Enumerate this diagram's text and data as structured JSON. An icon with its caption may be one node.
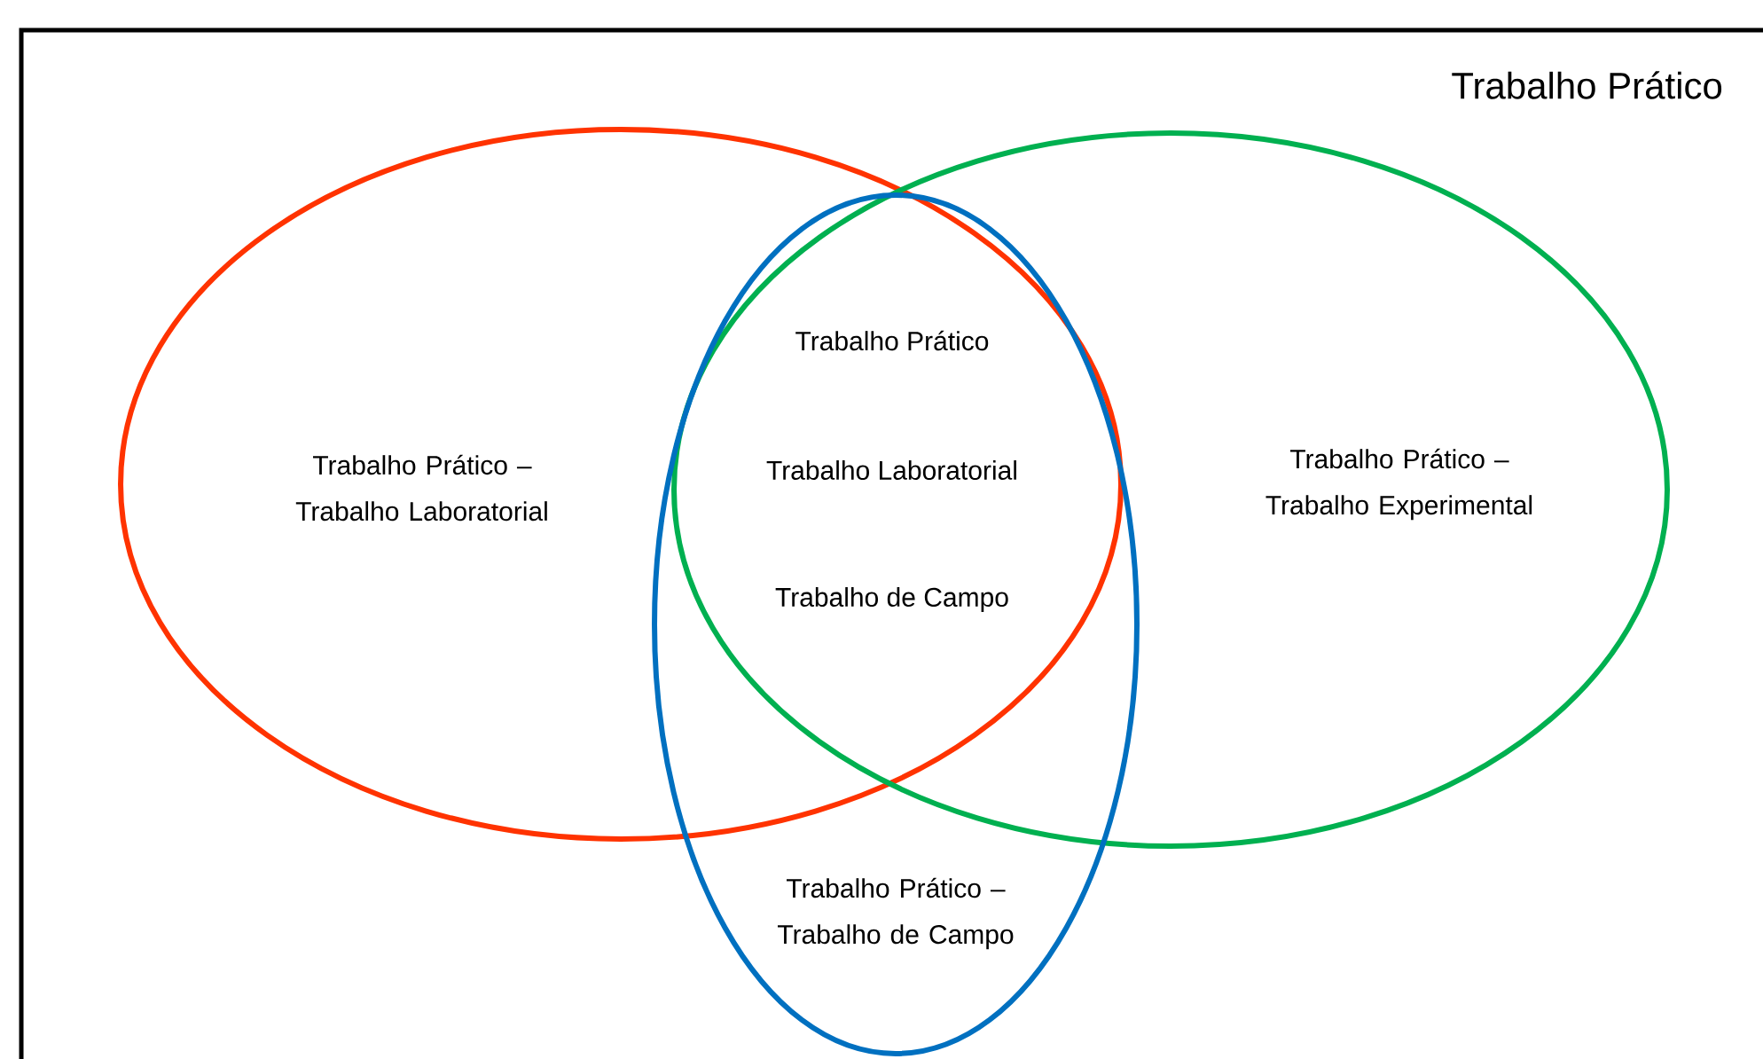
{
  "diagram": {
    "nodes": [
      {
        "text": [
          "Trabalho Prático"
        ]
      },
      {
        "text": [
          "Trabalho Prático – Trabalho Laboratorial"
        ],
        "in": 0
      },
      {
        "text": [
          "Trabalho Prático – Trabalho Experimental"
        ],
        "in": 0
      },
      {
        "text": [
          "Trabalho Prático – Trabalho de Campo"
        ],
        "in": 0
      }
    ],
    "edges": [],
    "labels": [
      "Trabalho Prático",
      "Trabalho Laboratorial",
      "Trabalho de Campo"
    ]
  }
}
